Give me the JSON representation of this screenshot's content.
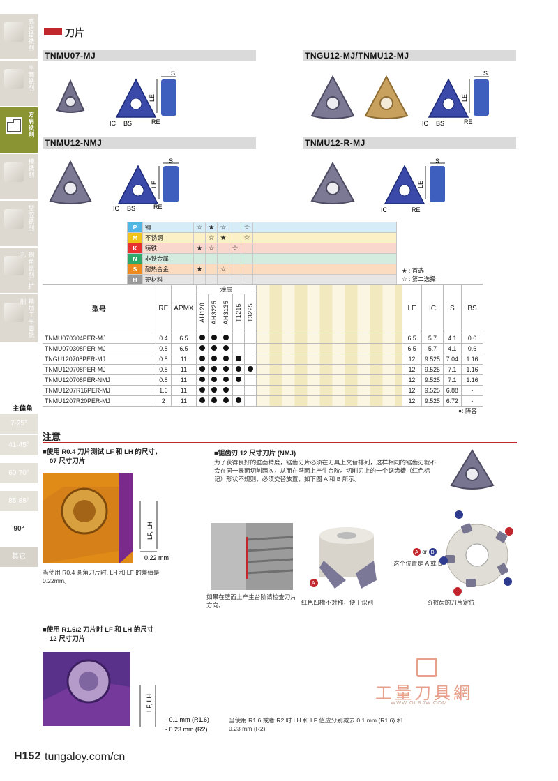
{
  "sidebar": {
    "tabs": [
      {
        "label": "高进给铣削"
      },
      {
        "label": "平面铣削"
      },
      {
        "label": "方肩铣削"
      },
      {
        "label": "槽铣削"
      },
      {
        "label": "型腔铣削"
      },
      {
        "label": "倒角铣削, 扩孔"
      },
      {
        "label": "精加工平面铣削"
      }
    ],
    "angle_title": "主偏角",
    "angles": [
      "7·25°",
      "41·45°",
      "60·70°",
      "85·88°",
      "90°",
      "其它"
    ]
  },
  "section_title": "刀片",
  "products": [
    {
      "name": "TNMU07-MJ"
    },
    {
      "name": "TNGU12-MJ/TNMU12-MJ"
    },
    {
      "name": "TNMU12-NMJ"
    },
    {
      "name": "TNMU12-R-MJ"
    }
  ],
  "dim_labels": {
    "s": "S",
    "le": "LE",
    "ic": "IC",
    "bs": "BS",
    "re": "RE"
  },
  "materials": [
    {
      "code": "P",
      "name": "钢",
      "color": "#4fb6e6",
      "bg": "#d6edf8",
      "marks": [
        "☆",
        "★",
        "☆",
        "",
        "☆"
      ]
    },
    {
      "code": "M",
      "name": "不锈钢",
      "color": "#f0c419",
      "bg": "#fcf1c6",
      "marks": [
        "",
        "☆",
        "★",
        "",
        "☆"
      ]
    },
    {
      "code": "K",
      "name": "铸铁",
      "color": "#e8312f",
      "bg": "#f9d7cd",
      "marks": [
        "★",
        "☆",
        "",
        "☆",
        ""
      ]
    },
    {
      "code": "N",
      "name": "非铁金属",
      "color": "#2fa86b",
      "bg": "#d3ecdf",
      "marks": [
        "",
        "",
        "",
        "",
        ""
      ]
    },
    {
      "code": "S",
      "name": "耐热合金",
      "color": "#ef8a1e",
      "bg": "#fbdcc0",
      "marks": [
        "★",
        "",
        "☆",
        "",
        ""
      ]
    },
    {
      "code": "H",
      "name": "硬材料",
      "color": "#9a9a9a",
      "bg": "#e6e6e6",
      "marks": [
        "",
        "",
        "",
        "",
        ""
      ]
    }
  ],
  "legend": {
    "first": "★ : 首选",
    "second": "☆ : 第二选择",
    "stock": "●: 阵容"
  },
  "table": {
    "headers": {
      "model": "型号",
      "re": "RE",
      "apmx": "APMX",
      "coating": "涂层",
      "le": "LE",
      "ic": "IC",
      "s": "S",
      "bs": "BS"
    },
    "grades": [
      "AH120",
      "AH3225",
      "AH3135",
      "T1215",
      "T3225"
    ],
    "rows": [
      {
        "model": "TNMU070304PER-MJ",
        "re": "0.4",
        "apmx": "6.5",
        "stock": [
          1,
          1,
          1,
          0,
          0
        ],
        "le": "6.5",
        "ic": "5.7",
        "s": "4.1",
        "bs": "0.6"
      },
      {
        "model": "TNMU070308PER-MJ",
        "re": "0.8",
        "apmx": "6.5",
        "stock": [
          1,
          1,
          1,
          0,
          0
        ],
        "le": "6.5",
        "ic": "5.7",
        "s": "4.1",
        "bs": "0.6"
      },
      {
        "model": "TNGU120708PER-MJ",
        "re": "0.8",
        "apmx": "11",
        "stock": [
          1,
          1,
          1,
          1,
          0
        ],
        "le": "12",
        "ic": "9.525",
        "s": "7.04",
        "bs": "1.16"
      },
      {
        "model": "TNMU120708PER-MJ",
        "re": "0.8",
        "apmx": "11",
        "stock": [
          1,
          1,
          1,
          1,
          1
        ],
        "le": "12",
        "ic": "9.525",
        "s": "7.1",
        "bs": "1.16"
      },
      {
        "model": "TNMU120708PER-NMJ",
        "re": "0.8",
        "apmx": "11",
        "stock": [
          1,
          1,
          1,
          1,
          0
        ],
        "le": "12",
        "ic": "9.525",
        "s": "7.1",
        "bs": "1.16"
      },
      {
        "model": "TNMU1207R16PER-MJ",
        "re": "1.6",
        "apmx": "11",
        "stock": [
          1,
          1,
          1,
          0,
          0
        ],
        "le": "12",
        "ic": "9.525",
        "s": "6.88",
        "bs": "-"
      },
      {
        "model": "TNMU1207R20PER-MJ",
        "re": "2",
        "apmx": "11",
        "stock": [
          1,
          1,
          1,
          1,
          0
        ],
        "le": "12",
        "ic": "9.525",
        "s": "6.72",
        "bs": "-"
      }
    ]
  },
  "notice": {
    "title": "注意",
    "r04_title_1": "■使用 R0.4 刀片测试 LF 和 LH 的尺寸，",
    "r04_title_2": "07 尺寸刀片",
    "r04_dim": "0.22 mm",
    "lf_lh": "LF, LH",
    "r04_note": "当使用 R0.4 圆角刀片时, LH 和 LF 的差值是 0.22mm。",
    "nmj_title": "■锯齿刃 12 尺寸刀片 (NMJ)",
    "nmj_text": "为了获得良好的壁面精度，锯齿刃片必须在刀具上交替排列，这样相同的锯齿刃就不会在同一表面切削两次，从而在壁面上产生台阶。切削刃上的一个锯齿槽（红色标记）形状不规则，必须交替放置，如下图 A 和 B 所示。",
    "wall_caption": "如果在壁面上产生台阶请检查刀片方向。",
    "cutter_caption": "红色凹槽不对称，便于识别",
    "position_note": "这个位置是 A 或 B",
    "odd_caption": "奇数齿的刀片定位",
    "a_label": "A",
    "b_label": "B",
    "or_label": "or",
    "r16_title_1": "■使用 R1.6/2 刀片时 LF 和 LH 的尺寸",
    "r16_title_2": "12 尺寸刀片",
    "r16_dim1": "- 0.1 mm (R1.6)",
    "r16_dim2": "- 0.23 mm (R2)",
    "r16_note": "当使用 R1.6 或者 R2 时 LH 和 LF 值应分别减去 0.1 mm (R1.6) 和 0.23 mm (R2)"
  },
  "watermark": {
    "cn": "工量刀具網",
    "url": "WWW.GLRJW.COM"
  },
  "footer": {
    "page": "H152",
    "site": "tungaloy.com/cn"
  },
  "colors": {
    "accent": "#c1272d",
    "sidebar_active": "#8a9433",
    "insert_purple": "#6f6d8e",
    "insert_gold": "#c9a15f",
    "diagram_blue": "#3b4aa8"
  }
}
